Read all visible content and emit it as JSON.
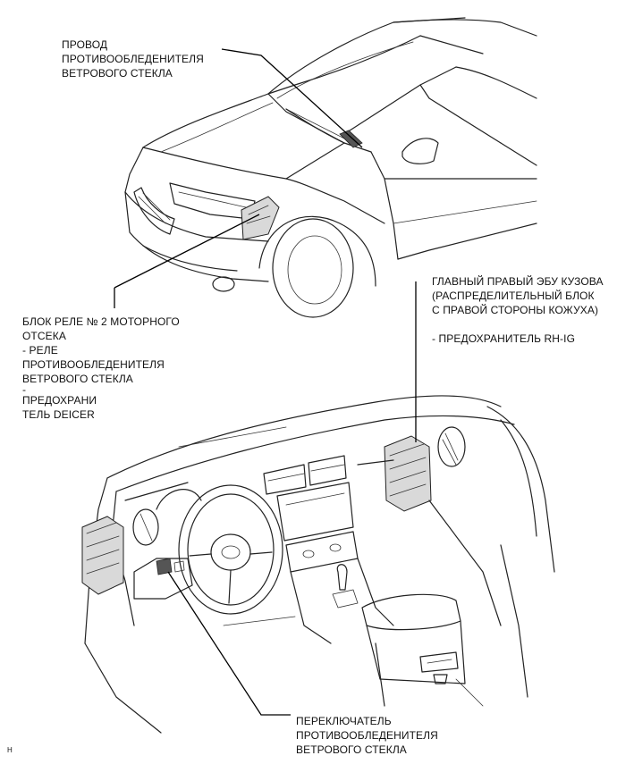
{
  "labels": {
    "wire": [
      "ПРОВОД",
      "ПРОТИВООБЛЕДЕНИТЕЛЯ",
      "ВЕТРОВОГО СТЕКЛА"
    ],
    "relay_block": [
      "БЛОК РЕЛЕ № 2 МОТОРНОГО",
      "ОТСЕКА",
      "- РЕЛЕ",
      "ПРОТИВООБЛЕДЕНИТЕЛЯ",
      "ВЕТРОВОГО СТЕКЛА",
      "-",
      "ПРЕДОХРАНИ",
      "ТЕЛЬ DEICER"
    ],
    "ecu": [
      "ГЛАВНЫЙ ПРАВЫЙ ЭБУ КУЗОВА",
      "(РАСПРЕДЕЛИТЕЛЬНЫЙ БЛОК",
      "С ПРАВОЙ СТОРОНЫ КОЖУХА)",
      "",
      "- ПРЕДОХРАНИТЕЛЬ RH-IG"
    ],
    "switch": [
      "ПЕРЕКЛЮЧАТЕЛЬ",
      "ПРОТИВООБЛЕДЕНИТЕЛЯ",
      "ВЕТРОВОГО СТЕКЛА"
    ],
    "corner": "H"
  }
}
